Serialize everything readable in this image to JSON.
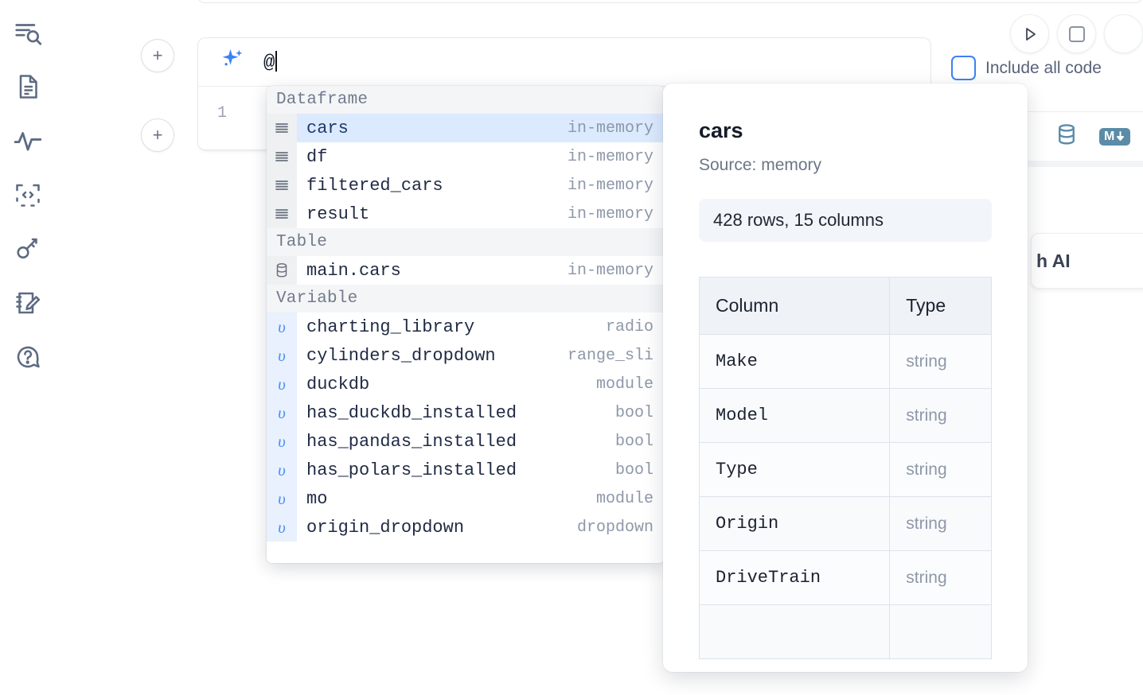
{
  "rail": {
    "items": [
      {
        "name": "file-explorer-search-icon",
        "label": "Explore"
      },
      {
        "name": "document-icon",
        "label": "Notebook"
      },
      {
        "name": "activity-pulse-icon",
        "label": "Runtime"
      },
      {
        "name": "code-snippet-icon",
        "label": "Snippets"
      },
      {
        "name": "key-icon",
        "label": "Secrets"
      },
      {
        "name": "scratchpad-edit-icon",
        "label": "Scratchpad"
      },
      {
        "name": "help-chat-icon",
        "label": "Help"
      }
    ]
  },
  "cell": {
    "add_button_label": "+",
    "prompt_value": "@",
    "prompt_icon": "sparkle-ai-icon",
    "line_number": "1"
  },
  "toolbar": {
    "run_label": "Run",
    "stop_label": "Stop",
    "include_all_code_label": "Include all code",
    "database_icon": "database-icon",
    "markdown_icon": "markdown-download-icon",
    "markdown_badge_text": "M",
    "ai_chip_label": "h AI"
  },
  "autocomplete": {
    "sections": [
      {
        "title": "Dataframe",
        "kind": "dataframe",
        "gutter_glyph": "≡",
        "items": [
          {
            "name": "cars",
            "type": "in-memory",
            "selected": true
          },
          {
            "name": "df",
            "type": "in-memory",
            "selected": false
          },
          {
            "name": "filtered_cars",
            "type": "in-memory",
            "selected": false
          },
          {
            "name": "result",
            "type": "in-memory",
            "selected": false
          }
        ]
      },
      {
        "title": "Table",
        "kind": "table",
        "gutter_glyph": "⊖",
        "items": [
          {
            "name": "main.cars",
            "type": "in-memory",
            "selected": false
          }
        ]
      },
      {
        "title": "Variable",
        "kind": "variable",
        "gutter_glyph": "υ",
        "items": [
          {
            "name": "charting_library",
            "type": "radio",
            "selected": false
          },
          {
            "name": "cylinders_dropdown",
            "type": "range_sli",
            "selected": false
          },
          {
            "name": "duckdb",
            "type": "module",
            "selected": false
          },
          {
            "name": "has_duckdb_installed",
            "type": "bool",
            "selected": false
          },
          {
            "name": "has_pandas_installed",
            "type": "bool",
            "selected": false
          },
          {
            "name": "has_polars_installed",
            "type": "bool",
            "selected": false
          },
          {
            "name": "mo",
            "type": "module",
            "selected": false
          },
          {
            "name": "origin_dropdown",
            "type": "dropdown",
            "selected": false
          }
        ]
      }
    ]
  },
  "preview": {
    "title": "cars",
    "source": "Source: memory",
    "stats": "428 rows, 15 columns",
    "columns_header": "Column",
    "type_header": "Type",
    "rows": [
      {
        "column": "Make",
        "type": "string"
      },
      {
        "column": "Model",
        "type": "string"
      },
      {
        "column": "Type",
        "type": "string"
      },
      {
        "column": "Origin",
        "type": "string"
      },
      {
        "column": "DriveTrain",
        "type": "string"
      }
    ]
  },
  "colors": {
    "accent_blue": "#3b82f6",
    "selected_row": "#dbeafe",
    "section_header_bg": "#f4f5f7",
    "steel_blue": "#5a8ca8"
  }
}
